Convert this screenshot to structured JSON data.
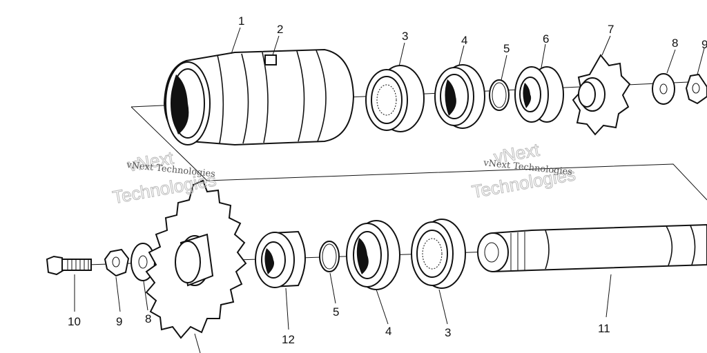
{
  "callouts": {
    "c1": "1",
    "c2": "2",
    "c3a": "3",
    "c4a": "4",
    "c5a": "5",
    "c6": "6",
    "c7": "7",
    "c8a": "8",
    "c9a": "9",
    "c10": "10",
    "c9b": "9",
    "c8b": "8",
    "c12": "12",
    "c5b": "5",
    "c4b": "4",
    "c3b": "3",
    "c11": "11"
  },
  "watermarks": {
    "w1_small": "vNext Technologies",
    "w1_big_a": "vNext",
    "w1_big_b": "Technologies",
    "w2_small": "vNext Technologies",
    "w2_big_a": "vNext",
    "w2_big_b": "Technologies"
  }
}
